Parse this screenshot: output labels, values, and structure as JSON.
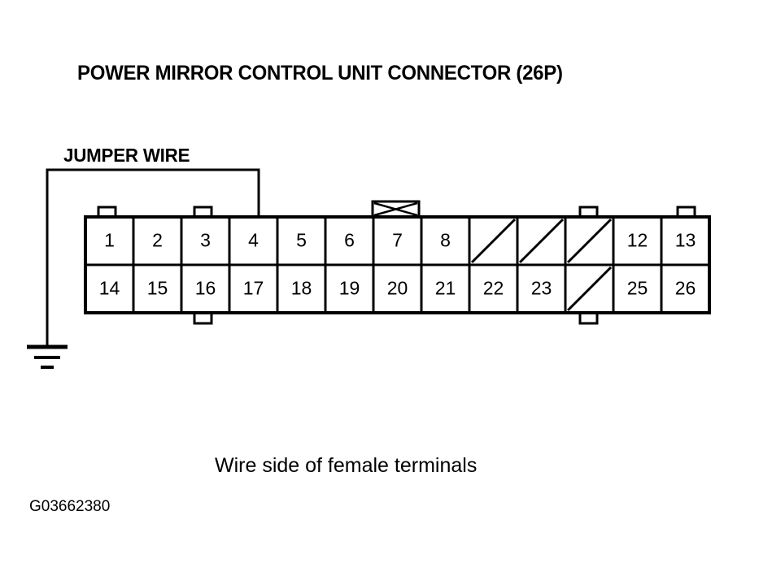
{
  "title": "POWER MIRROR CONTROL UNIT CONNECTOR (26P)",
  "jumper_wire_label": "JUMPER WIRE",
  "caption": "Wire side of female terminals",
  "id_code": "G03662380",
  "connector": {
    "total_pins": "26P",
    "columns": 13,
    "rows": 2,
    "top_row": [
      {
        "pin": "1",
        "blocked": false
      },
      {
        "pin": "2",
        "blocked": false
      },
      {
        "pin": "3",
        "blocked": false
      },
      {
        "pin": "4",
        "blocked": false
      },
      {
        "pin": "5",
        "blocked": false
      },
      {
        "pin": "6",
        "blocked": false
      },
      {
        "pin": "7",
        "blocked": false
      },
      {
        "pin": "8",
        "blocked": false
      },
      {
        "pin": "",
        "blocked": true
      },
      {
        "pin": "",
        "blocked": true
      },
      {
        "pin": "",
        "blocked": true
      },
      {
        "pin": "12",
        "blocked": false
      },
      {
        "pin": "13",
        "blocked": false
      }
    ],
    "bottom_row": [
      {
        "pin": "14",
        "blocked": false
      },
      {
        "pin": "15",
        "blocked": false
      },
      {
        "pin": "16",
        "blocked": false
      },
      {
        "pin": "17",
        "blocked": false
      },
      {
        "pin": "18",
        "blocked": false
      },
      {
        "pin": "19",
        "blocked": false
      },
      {
        "pin": "20",
        "blocked": false
      },
      {
        "pin": "21",
        "blocked": false
      },
      {
        "pin": "22",
        "blocked": false
      },
      {
        "pin": "23",
        "blocked": false
      },
      {
        "pin": "",
        "blocked": true
      },
      {
        "pin": "25",
        "blocked": false
      },
      {
        "pin": "26",
        "blocked": false
      }
    ]
  },
  "colors": {
    "line": "#000000",
    "background": "#ffffff"
  },
  "annotations": {
    "ground_symbol": "earth-ground",
    "jumper_connection_pin": "4"
  }
}
